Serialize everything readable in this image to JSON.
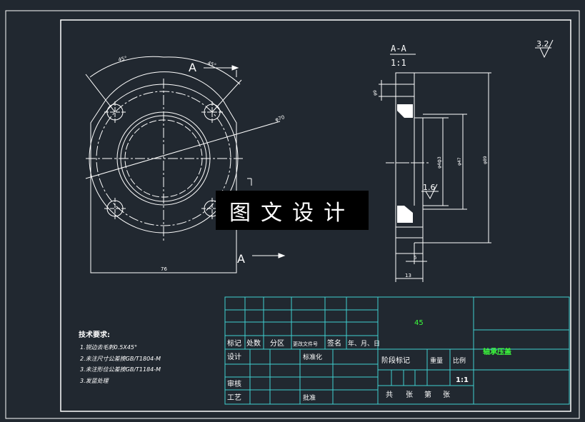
{
  "colors": {
    "background": "#212830",
    "line": "#ffffff",
    "table_line": "#3fd0d0",
    "material": "#3cff3c",
    "part_name": "#3cff3c"
  },
  "section": {
    "label": "A-A",
    "scale": "1:1",
    "cut_label_top": "A",
    "cut_label_bottom": "A"
  },
  "roughness": {
    "corner": "3.2",
    "bore": "1.6"
  },
  "dims": {
    "angle_left": "45°",
    "angle_right": "45°",
    "diameter_bolt": "φ70",
    "width_bottom": "76",
    "thick_top": "φ9",
    "bore_small": "φ4ф3",
    "bore_large": "φ47",
    "overall": "φ89",
    "offset": "5",
    "total_width": "13"
  },
  "watermark": "图文设计",
  "notes": {
    "title": "技术要求:",
    "items": [
      "1.锐边去毛刺0.5X45°",
      "2.未注尺寸公差按GB/T1804-M",
      "3.未注形位公差按GB/T1184-M",
      "3.发蓝处理"
    ]
  },
  "title_block": {
    "material": "45",
    "part_name": "轴承压盖",
    "row_labels": [
      "标记",
      "处数",
      "分区",
      "更改文件号",
      "签名",
      "年、月、日"
    ],
    "design": "设计",
    "standardize": "标准化",
    "stage_mark": "阶段标记",
    "weight": "重量",
    "scale_label": "比例",
    "scale_value": "1:1",
    "review": "审核",
    "process": "工艺",
    "approve": "批准",
    "total": "共",
    "sheets1": "张",
    "page": "第",
    "sheets2": "张"
  }
}
